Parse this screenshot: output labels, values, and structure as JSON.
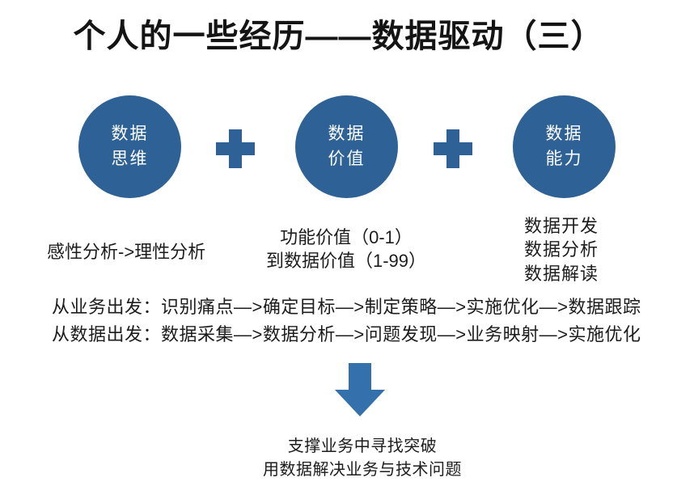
{
  "title": "个人的一些经历——数据驱动（三）",
  "colors": {
    "circle_blue": "#2e6296",
    "plus_blue": "#2e6296",
    "arrow_blue": "#3470ab",
    "text_dark": "#1c1c1c",
    "circle_text": "#ffffff",
    "background": "#ffffff"
  },
  "icons": {
    "plus": "plus-icon",
    "down_arrow": "down-arrow-icon"
  },
  "circles": [
    {
      "line1": "数据",
      "line2": "思维"
    },
    {
      "line1": "数据",
      "line2": "价值"
    },
    {
      "line1": "数据",
      "line2": "能力"
    }
  ],
  "notes": {
    "thinking": "感性分析->理性分析",
    "value_line1": "功能价值（0-1）",
    "value_line2": "到数据价值（1-99）",
    "ability": [
      "数据开发",
      "数据分析",
      "数据解读"
    ]
  },
  "flows": [
    {
      "prefix": "从业务出发：",
      "separator": "—>",
      "steps": [
        "识别痛点",
        "确定目标",
        "制定策略",
        "实施优化",
        "数据跟踪"
      ]
    },
    {
      "prefix": "从数据出发：",
      "separator": "—>",
      "steps": [
        "数据采集",
        "数据分析",
        "问题发现",
        "业务映射",
        "实施优化"
      ]
    }
  ],
  "conclusion": {
    "line1": "支撑业务中寻找突破",
    "line2": "用数据解决业务与技术问题"
  }
}
